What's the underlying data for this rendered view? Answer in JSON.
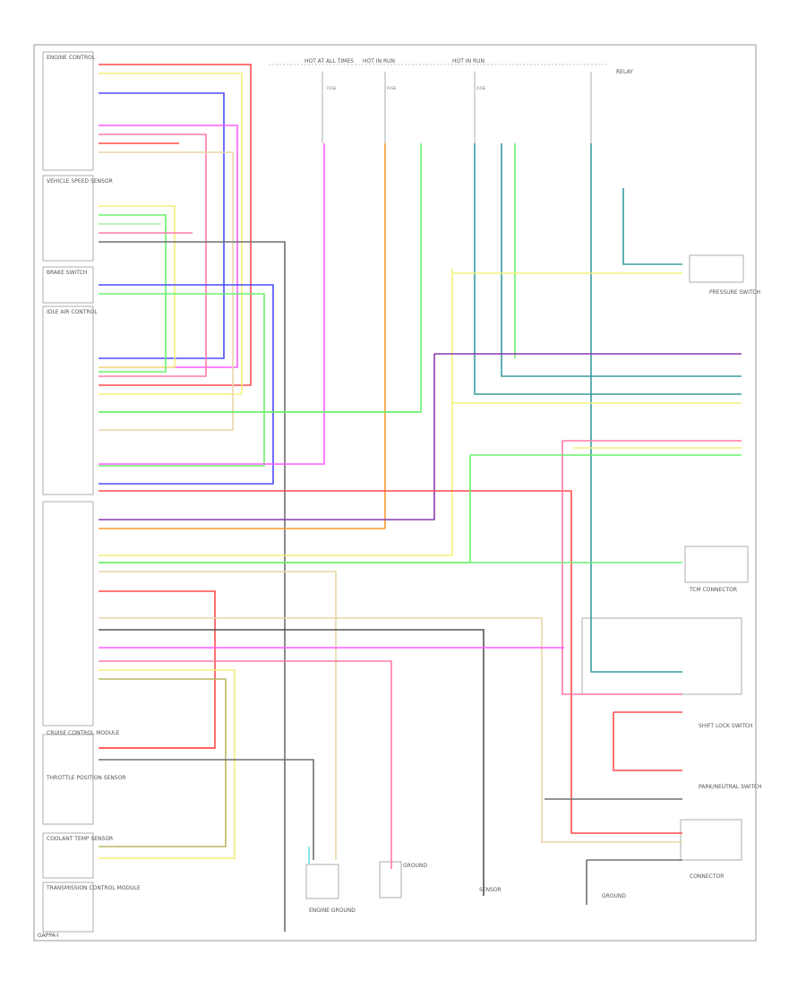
{
  "diagram": {
    "footer_label": "GAPPA-I",
    "labels": {
      "top_left_module": "ENGINE CONTROL",
      "speed_sensor": "VEHICLE SPEED SENSOR",
      "brake_switch": "BRAKE SWITCH",
      "idle_air": "IDLE AIR CONTROL",
      "cruise_module": "CRUISE CONTROL MODULE",
      "throttle": "THROTTLE POSITION SENSOR",
      "coolant": "COOLANT TEMP SENSOR",
      "transmission": "TRANSMISSION CONTROL MODULE",
      "ground_left": "ENGINE GROUND",
      "ground_mid": "GROUND",
      "pressure_switch": "PRESSURE SWITCH",
      "relay_label": "RELAY",
      "shift_switch": "SHIFT LOCK SWITCH",
      "park_switch": "PARK/NEUTRAL SWITCH",
      "tcm_connector": "TCM CONNECTOR",
      "hot_at_all_times_1": "HOT AT ALL TIMES",
      "hot_in_run_1": "HOT IN RUN",
      "hot_in_run_2": "HOT IN RUN",
      "fuse_1": "FUSE",
      "fuse_2": "FUSE",
      "fuse_3": "FUSE",
      "sensor_label": "SENSOR",
      "connector_label": "CONNECTOR",
      "ground_right": "GROUND"
    }
  },
  "colors": {
    "red": "#ff4d4d",
    "yellow": "#f3f07a",
    "blue": "#4b4bff",
    "magenta": "#ff5cff",
    "green": "#6cf06c",
    "orange": "#ff9a30",
    "teal": "#3a9da0",
    "gray": "#707070",
    "darkgray": "#555555",
    "lightgreen": "#a8f0a8",
    "tan": "#e8d6a8",
    "pink": "#ff7aa8",
    "purple": "#8a3ab0",
    "olive": "#b8b860",
    "cyan": "#70e0e0"
  }
}
